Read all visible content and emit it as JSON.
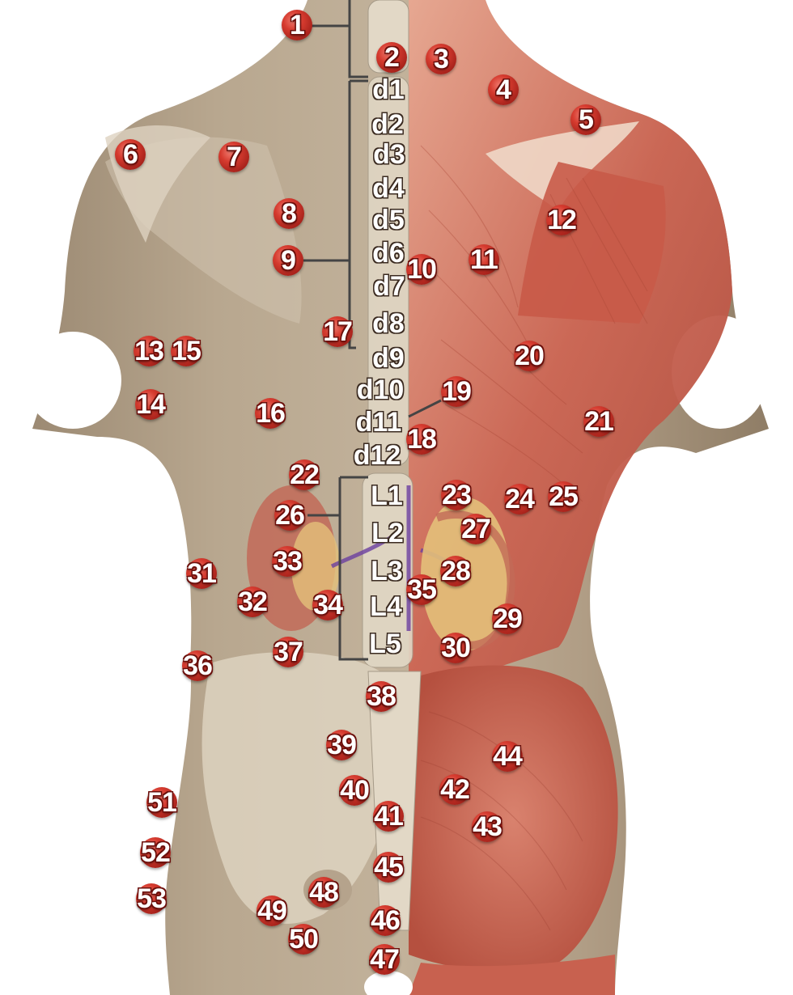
{
  "markers": [
    "1",
    "2",
    "3",
    "4",
    "5",
    "6",
    "7",
    "8",
    "9",
    "10",
    "11",
    "12",
    "13",
    "14",
    "15",
    "16",
    "17",
    "18",
    "19",
    "20",
    "21",
    "22",
    "23",
    "24",
    "25",
    "26",
    "27",
    "28",
    "29",
    "30",
    "31",
    "32",
    "33",
    "34",
    "35",
    "36",
    "37",
    "38",
    "39",
    "40",
    "41",
    "42",
    "43",
    "44",
    "45",
    "46",
    "47",
    "48",
    "49",
    "50",
    "51",
    "52",
    "53"
  ],
  "vertebrae": {
    "dorsal": [
      "d1",
      "d2",
      "d3",
      "d4",
      "d5",
      "d6",
      "d7",
      "d8",
      "d9",
      "d10",
      "d11",
      "d12"
    ],
    "lumbar": [
      "L1",
      "L2",
      "L3",
      "L4",
      "L5"
    ]
  },
  "colors": {
    "skin": "#b5a38c",
    "skin_light": "#cfc2ae",
    "bone": "#e2d8c6",
    "muscle": "#c8614f",
    "muscle_light": "#e19b85",
    "marker": "#d63b2f",
    "leader_line": "#444444"
  }
}
